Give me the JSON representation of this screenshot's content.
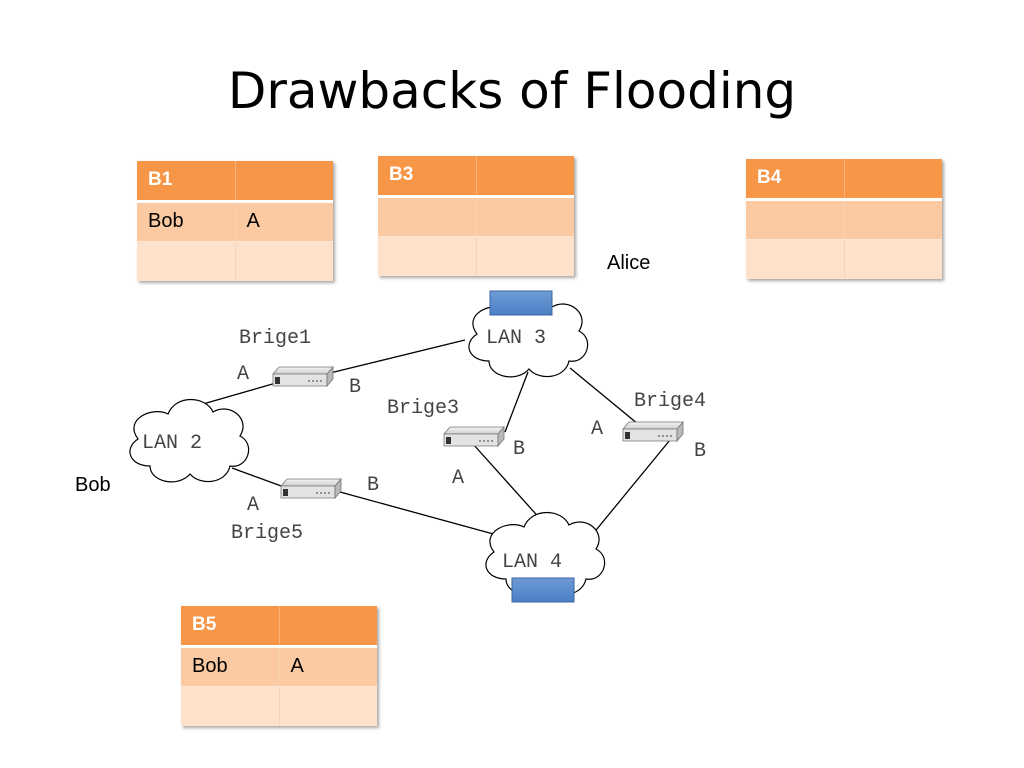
{
  "title": "Drawbacks of Flooding",
  "tables": {
    "b1": {
      "header": [
        "B1",
        ""
      ],
      "rows": [
        [
          "Bob",
          "A"
        ],
        [
          "",
          ""
        ]
      ]
    },
    "b3": {
      "header": [
        "B3",
        ""
      ],
      "rows": [
        [
          "",
          ""
        ],
        [
          "",
          ""
        ]
      ]
    },
    "b4": {
      "header": [
        "B4",
        ""
      ],
      "rows": [
        [
          "",
          ""
        ],
        [
          "",
          ""
        ]
      ]
    },
    "b5": {
      "header": [
        "B5",
        ""
      ],
      "rows": [
        [
          "Bob",
          "A"
        ],
        [
          "",
          ""
        ]
      ]
    }
  },
  "hosts": {
    "alice": "Alice",
    "bob": "Bob"
  },
  "lans": {
    "lan2": "LAN 2",
    "lan3": "LAN 3",
    "lan4": "LAN 4"
  },
  "bridges": {
    "brige1": {
      "name": "Brige1",
      "port_a": "A",
      "port_b": "B"
    },
    "brige3": {
      "name": "Brige3",
      "port_a": "A",
      "port_b": "B"
    },
    "brige4": {
      "name": "Brige4",
      "port_a": "A",
      "port_b": "B"
    },
    "brige5": {
      "name": "Brige5",
      "port_a": "A",
      "port_b": "B"
    }
  },
  "colors": {
    "table_header": "#f79646",
    "table_row1": "#fbcaa2",
    "table_row2": "#fde1cb",
    "host_box": "#4f81bd"
  },
  "icons": {
    "bridge": "bridge-device-icon",
    "lan": "cloud-icon",
    "host": "host-box-icon"
  }
}
